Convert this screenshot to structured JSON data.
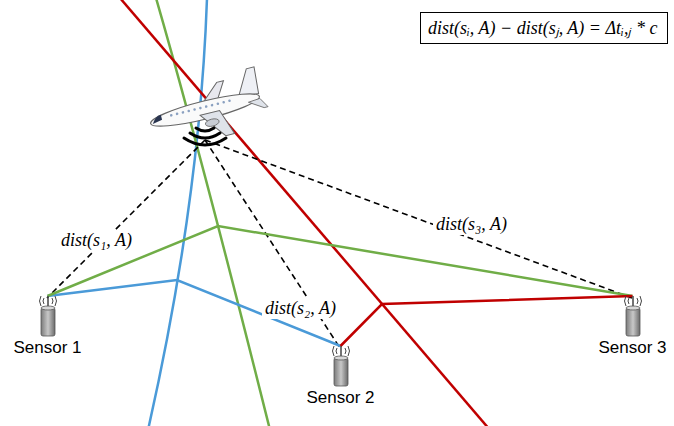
{
  "diagram": {
    "nodes": [
      {
        "text": [
          "dist(sᵢ, A) − dist(sⱼ, A) = Δtᵢ,ⱼ * c"
        ]
      },
      {
        "text": [
          "Sensor 1"
        ]
      },
      {
        "text": [
          "Sensor 2"
        ]
      },
      {
        "text": [
          "Sensor 3"
        ]
      }
    ],
    "edges": [
      {
        "from": 1,
        "to": 2,
        "arrow": "none"
      },
      {
        "from": 1,
        "to": 3,
        "arrow": "none"
      },
      {
        "from": 2,
        "to": 3,
        "arrow": "none"
      }
    ],
    "labels": [
      "dist(s₁, A)",
      "dist(s₂, A)",
      "dist(s₃, A)"
    ]
  }
}
